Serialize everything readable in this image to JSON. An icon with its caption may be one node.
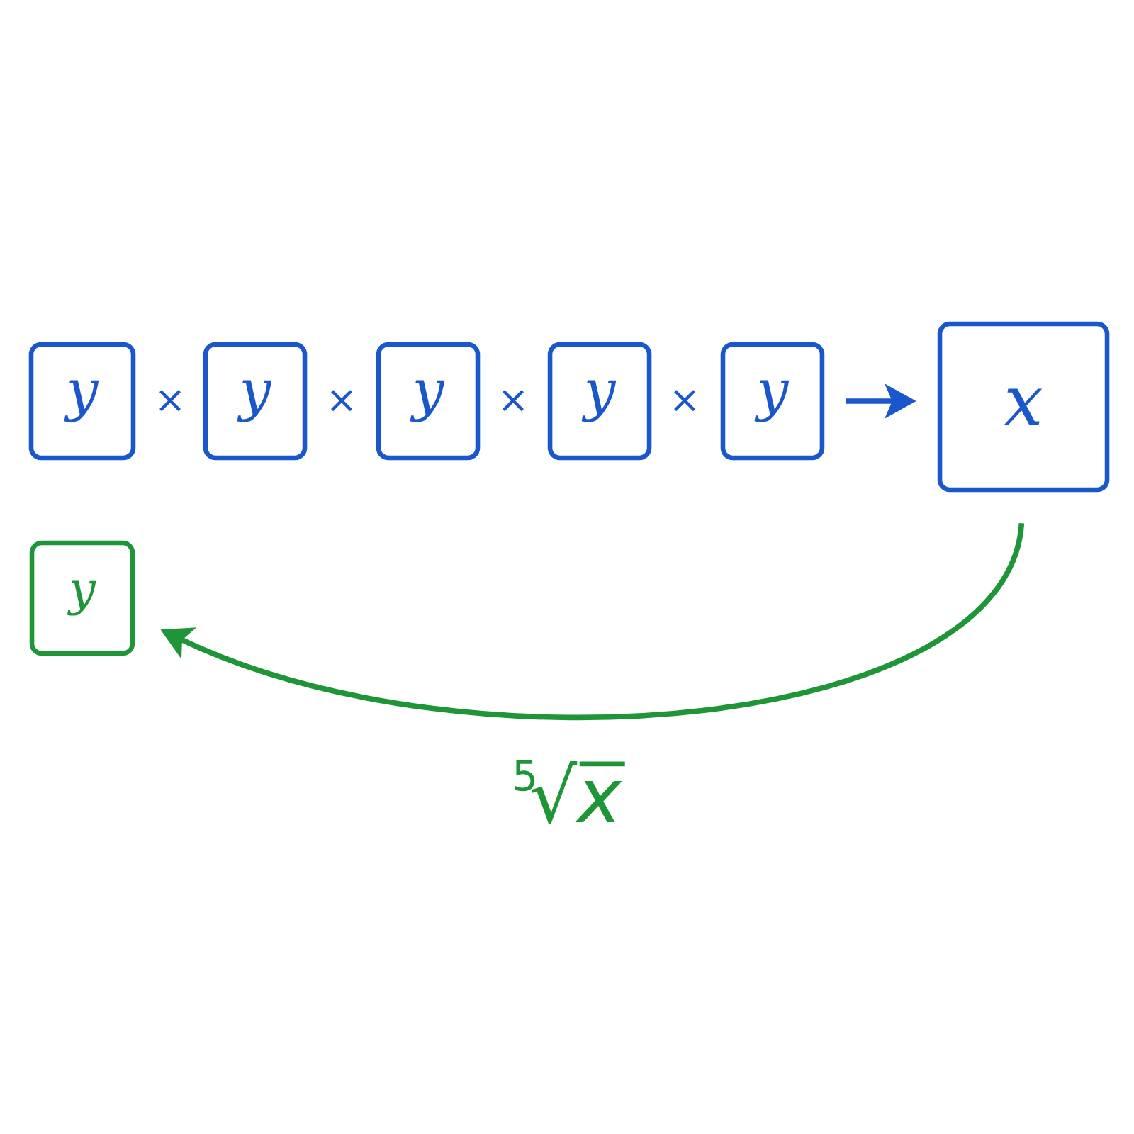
{
  "diagram": {
    "nodes": [
      {
        "text": [
          "y"
        ]
      },
      {
        "text": [
          "y"
        ]
      },
      {
        "text": [
          "y"
        ]
      },
      {
        "text": [
          "y"
        ]
      },
      {
        "text": [
          "y"
        ]
      },
      {
        "text": [
          "x"
        ]
      },
      {
        "text": [
          "y"
        ]
      }
    ],
    "edges": [
      {
        "from": 4,
        "to": 5,
        "arrow": "to",
        "color": "#1a56cc"
      },
      {
        "from": 5,
        "to": 6,
        "arrow": "to",
        "label": "$^{5}$√*x*",
        "color": "#1e9638"
      }
    ],
    "labels": [
      "×",
      "×",
      "×",
      "×"
    ]
  }
}
